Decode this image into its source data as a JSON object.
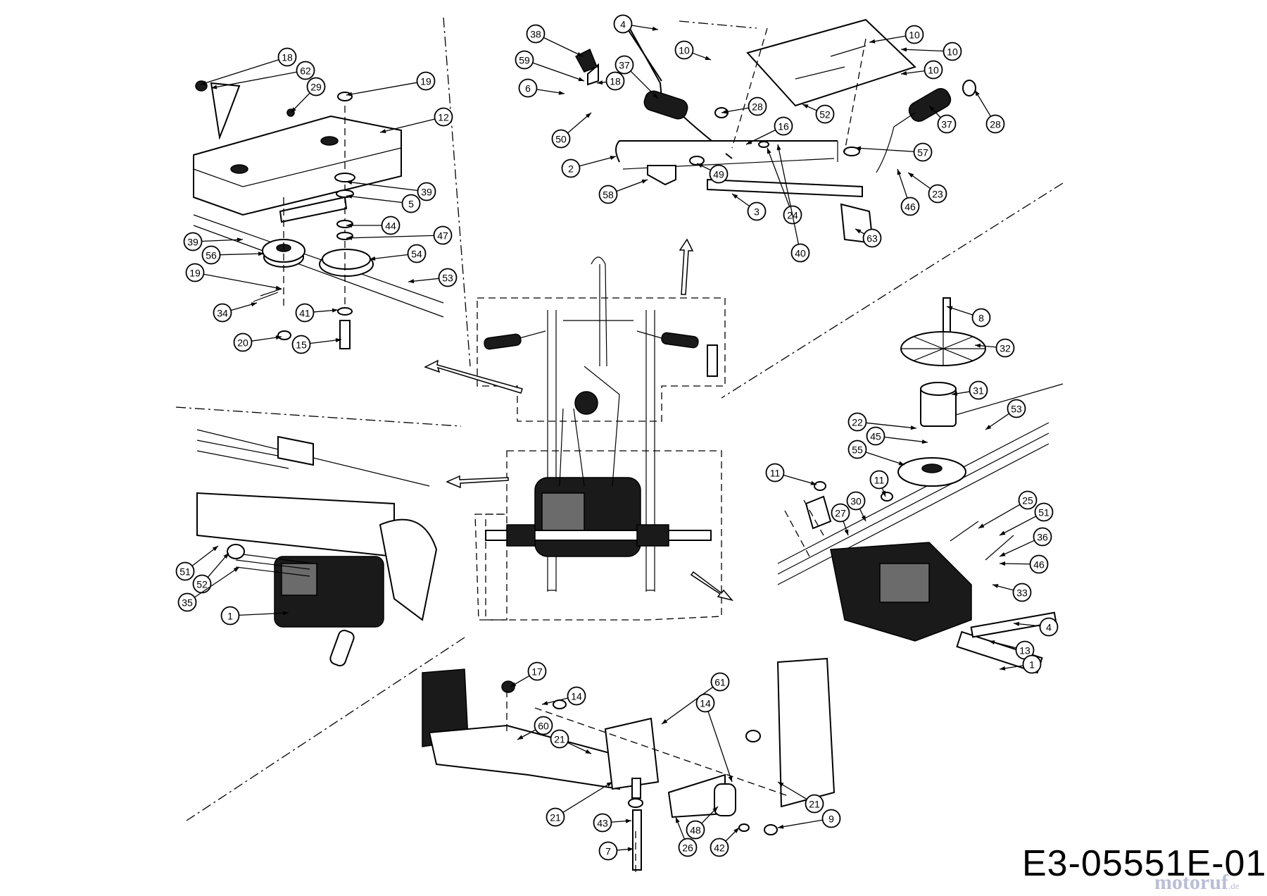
{
  "diagram_code": "E3-05551E-01",
  "watermark": {
    "brand": "motoruf",
    "tld": ".de"
  },
  "callout_labels": [
    "1",
    "2",
    "3",
    "4",
    "5",
    "6",
    "7",
    "8",
    "9",
    "10",
    "11",
    "12",
    "13",
    "14",
    "15",
    "16",
    "17",
    "18",
    "19",
    "20",
    "21",
    "22",
    "23",
    "24",
    "25",
    "26",
    "27",
    "28",
    "29",
    "30",
    "31",
    "32",
    "33",
    "34",
    "35",
    "36",
    "37",
    "38",
    "39",
    "40",
    "41",
    "42",
    "43",
    "44",
    "45",
    "46",
    "47",
    "48",
    "49",
    "50",
    "51",
    "52",
    "53",
    "54",
    "55",
    "56",
    "57",
    "58",
    "59",
    "60",
    "61",
    "62",
    "63"
  ]
}
